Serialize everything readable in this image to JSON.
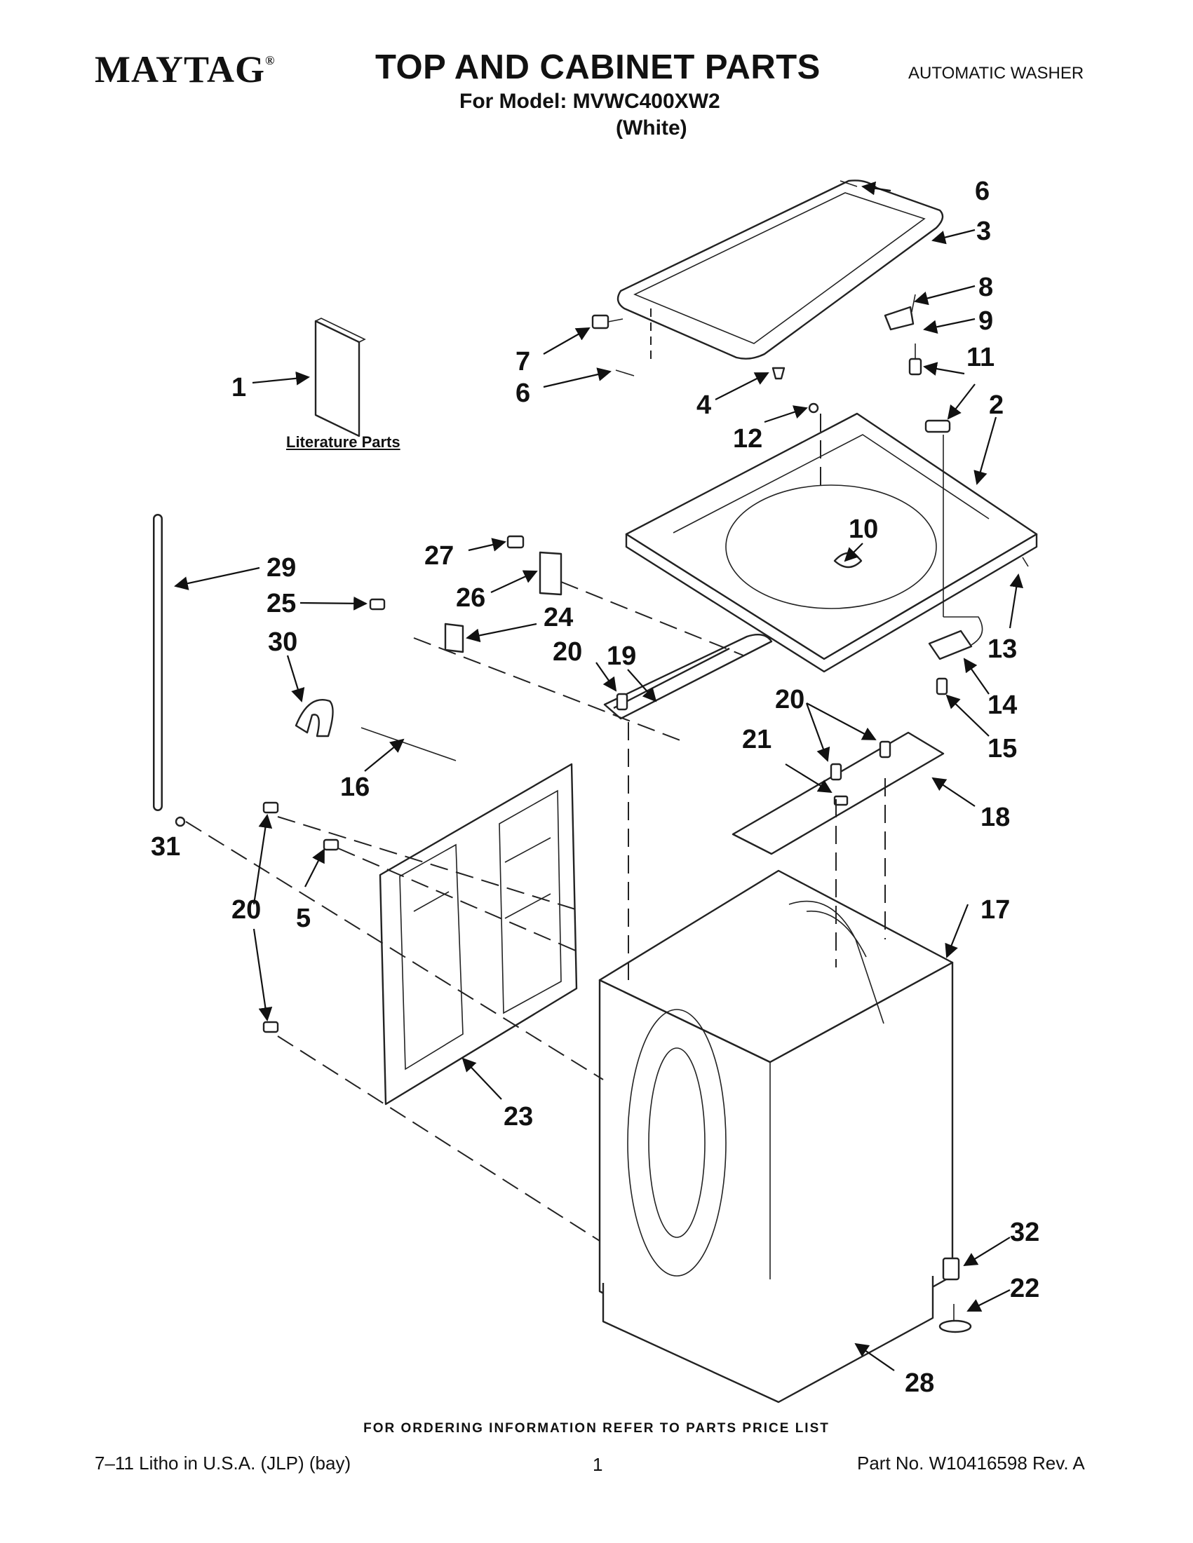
{
  "header": {
    "brand": "MAYTAG",
    "brand_mark": "®",
    "title": "TOP AND CABINET PARTS",
    "category": "AUTOMATIC WASHER",
    "model_line": "For Model: MVWC400XW2",
    "color_line": "(White)"
  },
  "diagram": {
    "literature_label": "Literature Parts",
    "callouts": [
      {
        "id": "c6a",
        "num": "6"
      },
      {
        "id": "c3",
        "num": "3"
      },
      {
        "id": "c8",
        "num": "8"
      },
      {
        "id": "c9",
        "num": "9"
      },
      {
        "id": "c11",
        "num": "11"
      },
      {
        "id": "c2",
        "num": "2"
      },
      {
        "id": "c1",
        "num": "1"
      },
      {
        "id": "c7",
        "num": "7"
      },
      {
        "id": "c6b",
        "num": "6"
      },
      {
        "id": "c4",
        "num": "4"
      },
      {
        "id": "c12",
        "num": "12"
      },
      {
        "id": "c10",
        "num": "10"
      },
      {
        "id": "c13",
        "num": "13"
      },
      {
        "id": "c14",
        "num": "14"
      },
      {
        "id": "c15",
        "num": "15"
      },
      {
        "id": "c29",
        "num": "29"
      },
      {
        "id": "c27",
        "num": "27"
      },
      {
        "id": "c26",
        "num": "26"
      },
      {
        "id": "c25",
        "num": "25"
      },
      {
        "id": "c24",
        "num": "24"
      },
      {
        "id": "c30",
        "num": "30"
      },
      {
        "id": "c20a",
        "num": "20"
      },
      {
        "id": "c19",
        "num": "19"
      },
      {
        "id": "c20b",
        "num": "20"
      },
      {
        "id": "c21",
        "num": "21"
      },
      {
        "id": "c18",
        "num": "18"
      },
      {
        "id": "c16",
        "num": "16"
      },
      {
        "id": "c31",
        "num": "31"
      },
      {
        "id": "c20c",
        "num": "20"
      },
      {
        "id": "c5",
        "num": "5"
      },
      {
        "id": "c17",
        "num": "17"
      },
      {
        "id": "c23",
        "num": "23"
      },
      {
        "id": "c32",
        "num": "32"
      },
      {
        "id": "c22",
        "num": "22"
      },
      {
        "id": "c28",
        "num": "28"
      }
    ]
  },
  "footer": {
    "note": "FOR ORDERING INFORMATION REFER TO PARTS PRICE LIST",
    "litho": "7–11 Litho in U.S.A. (JLP) (bay)",
    "page": "1",
    "part_no": "Part No. W10416598 Rev. A"
  }
}
